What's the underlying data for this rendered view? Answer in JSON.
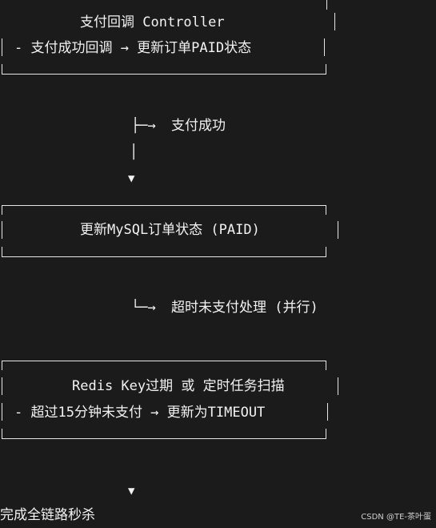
{
  "box1": {
    "title": "支付回调 Controller",
    "line": "- 支付成功回调 → 更新订单PAID状态"
  },
  "branch_success": {
    "tee": "├─→",
    "label": "支付成功",
    "pipe": "│",
    "arrow": "▼"
  },
  "box2": {
    "title": "更新MySQL订单状态 (PAID)"
  },
  "branch_timeout": {
    "corner": "└─→",
    "label": "超时未支付处理 (并行)"
  },
  "box3": {
    "title": "Redis Key过期 或 定时任务扫描",
    "line": "- 超过15分钟未支付 → 更新为TIMEOUT"
  },
  "final": {
    "arrow": "▼",
    "label": "完成全链路秒杀"
  },
  "watermark": "CSDN @TE-茶叶蛋"
}
